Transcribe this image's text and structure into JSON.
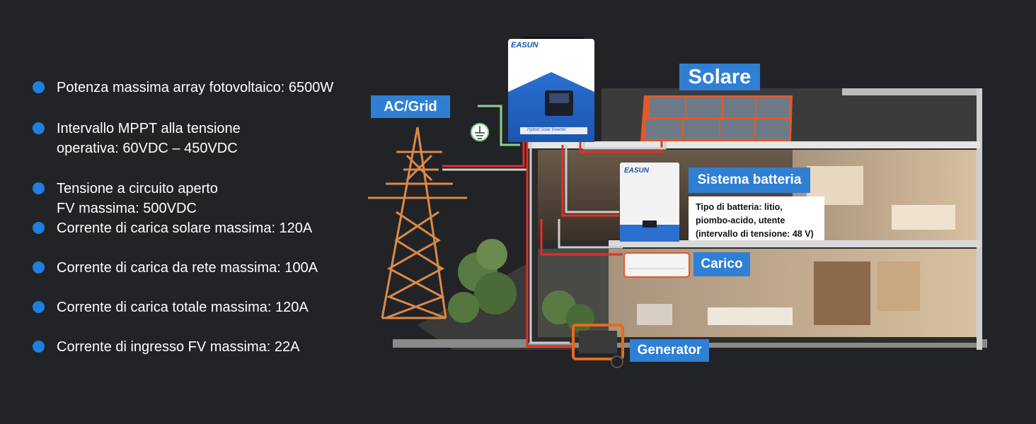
{
  "features": [
    {
      "lines": [
        "Potenza massima array fotovoltaico: 6500W"
      ]
    },
    {
      "lines": [
        "Intervallo MPPT alla tensione",
        "operativa: 60VDC – 450VDC"
      ]
    },
    {
      "lines": [
        "Tensione a circuito aperto",
        "FV massima: 500VDC"
      ]
    },
    {
      "lines": [
        "Corrente di carica solare massima: 120A"
      ]
    },
    {
      "lines": [
        "Corrente di carica da rete massima: 100A"
      ]
    },
    {
      "lines": [
        "Corrente di carica totale massima: 120A"
      ]
    },
    {
      "lines": [
        "Corrente di ingresso FV massima: 22A"
      ]
    }
  ],
  "labels": {
    "ac_grid": "AC/Grid",
    "solar": "Solare",
    "battery_system": "Sistema batteria",
    "load": "Carico",
    "generator": "Generator"
  },
  "battery_info": {
    "lines": [
      "Tipo di batteria: litio,",
      "piombo-acido, utente",
      "(intervallo di tensione: 48 V)"
    ]
  },
  "inverter": {
    "brand": "EASUN",
    "caption": "Hybrid Solar Inverter"
  },
  "battery_unit": {
    "brand": "EASUN"
  },
  "colors": {
    "background": "#222326",
    "accent_blue": "#2f7fd4",
    "bullet_blue": "#1e7fe0",
    "wire_red": "#e0302a",
    "tower_orange": "#d98a4a"
  }
}
